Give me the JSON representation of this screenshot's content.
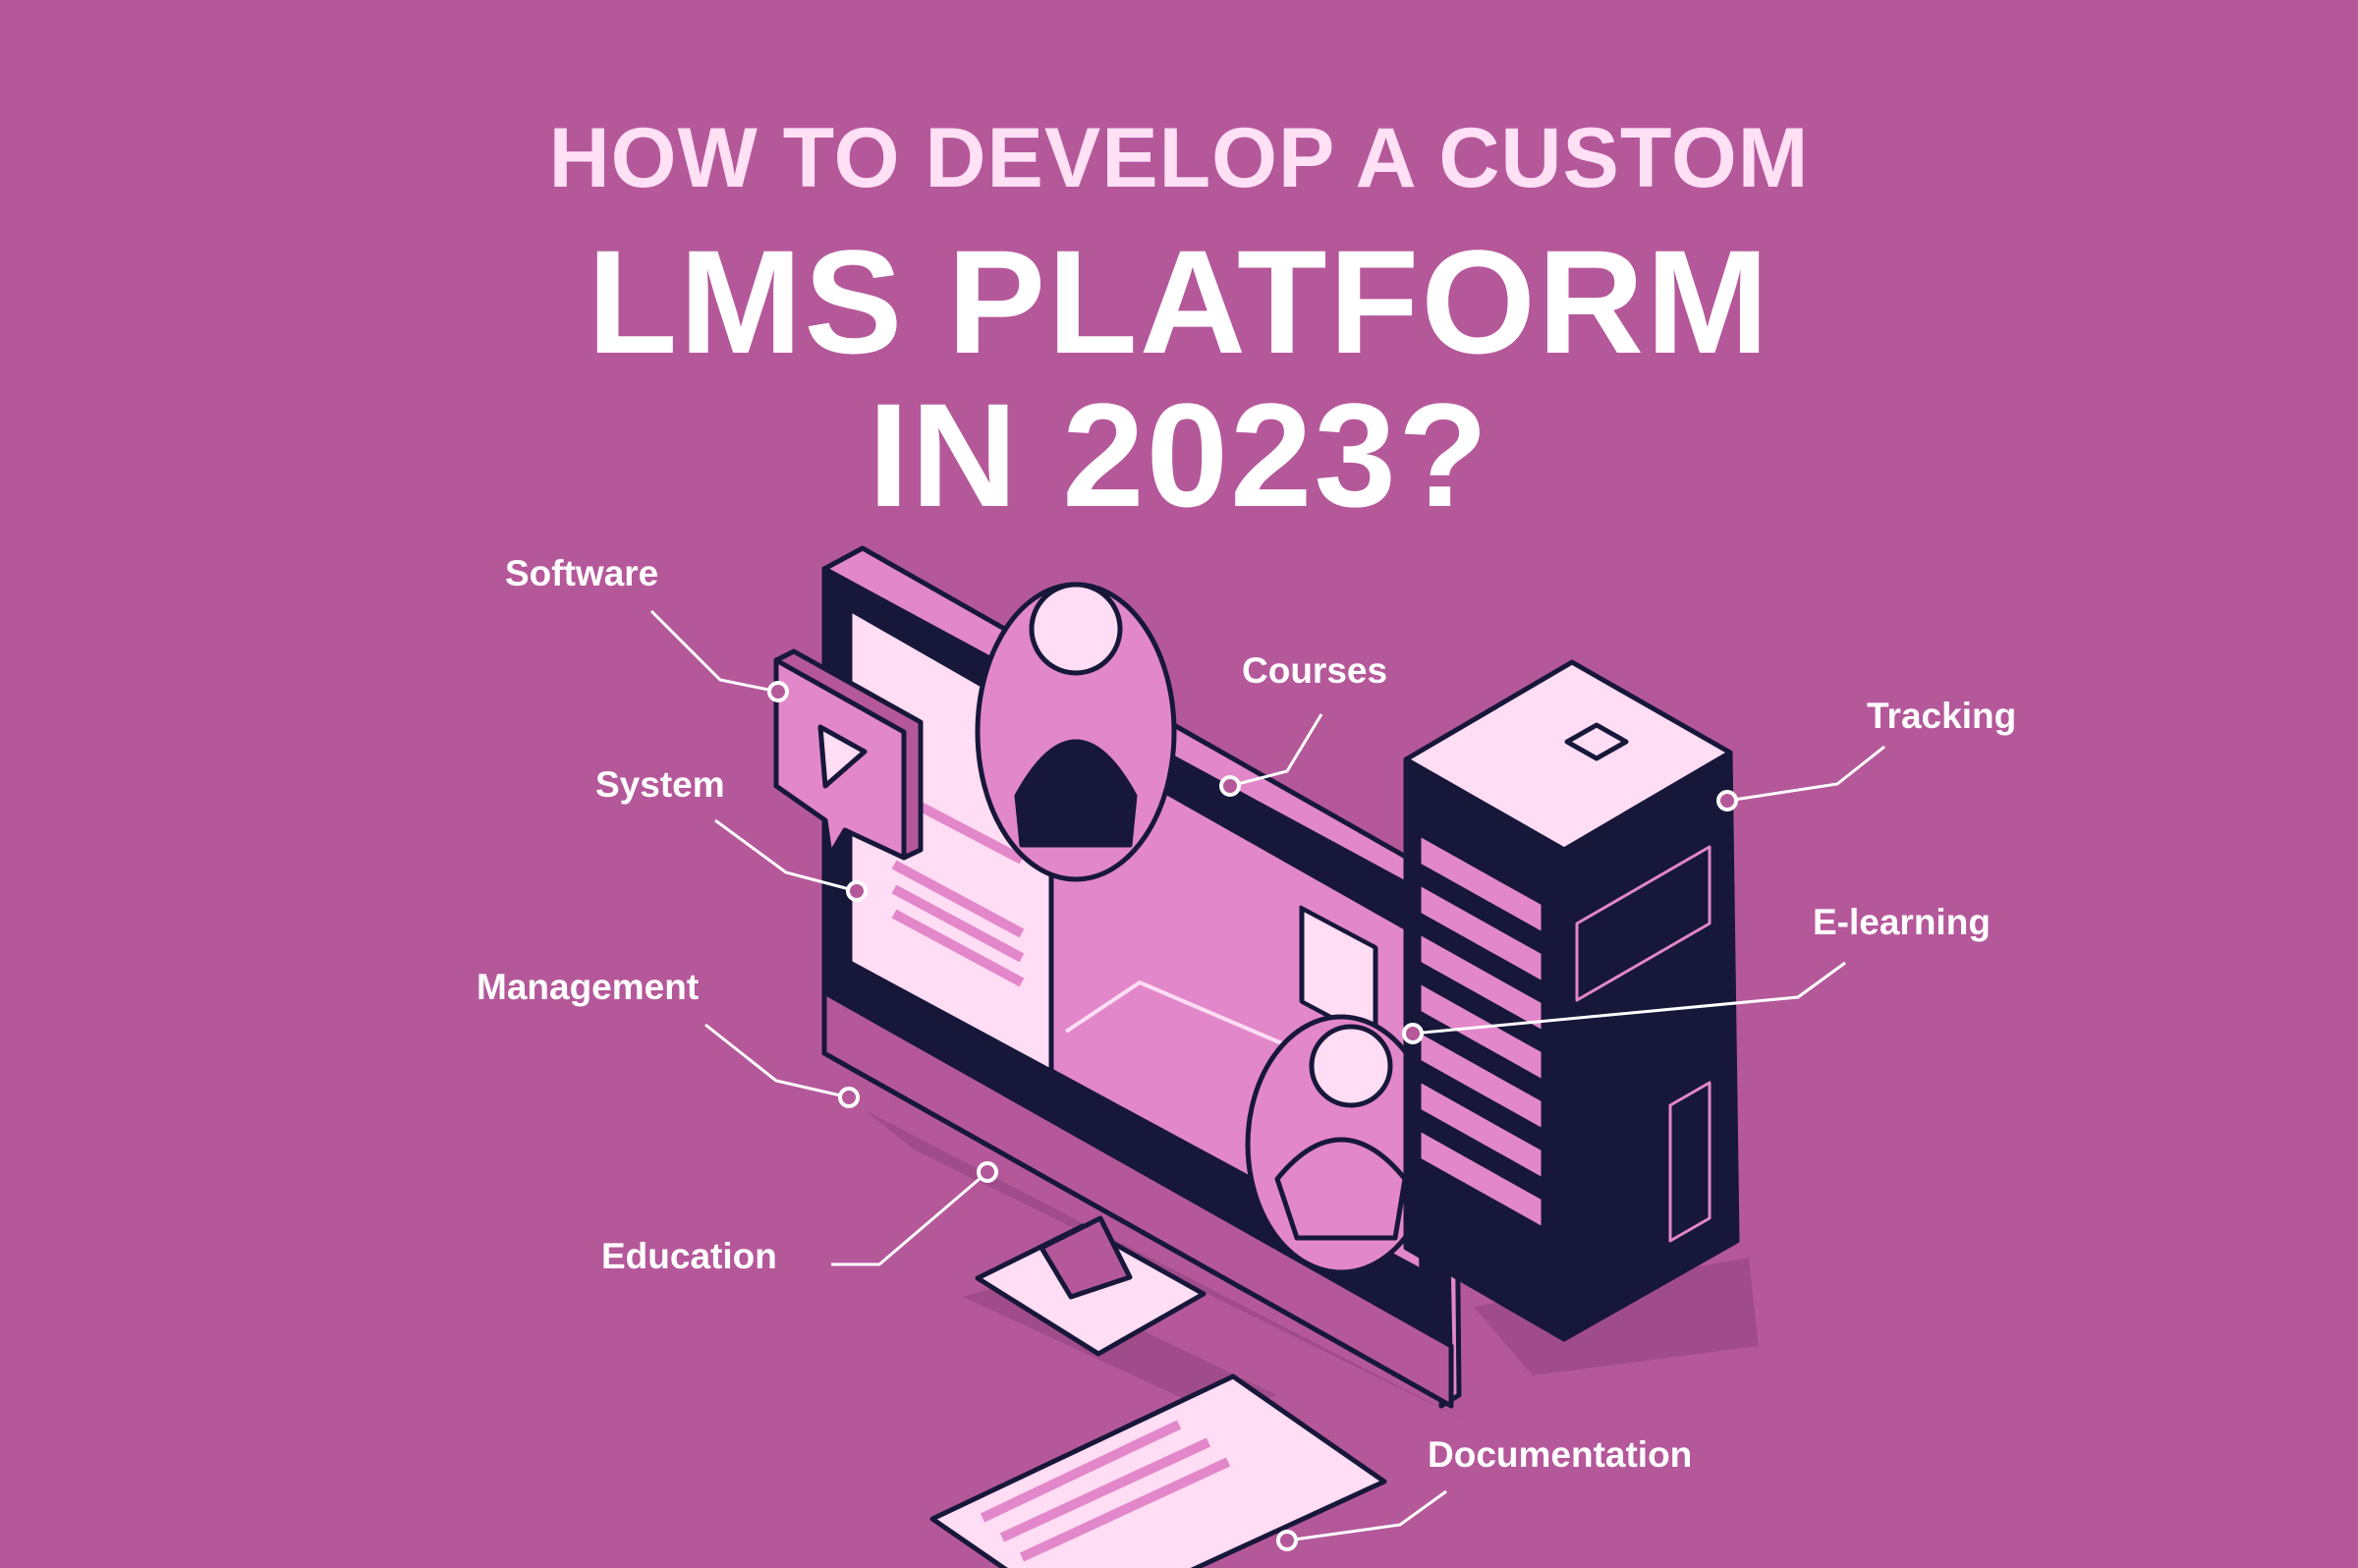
{
  "header": {
    "subtitle": "HOW TO DEVELOP A CUSTOM",
    "title_line1": "LMS PLATFORM",
    "title_line2": "IN 2023?"
  },
  "labels": {
    "software": "Software",
    "courses": "Courses",
    "tracking": "Tracking",
    "system": "System",
    "elearning": "E-learning",
    "management": "Management",
    "education": "Education",
    "documentation": "Documentation"
  },
  "colors": {
    "background": "#b5589a",
    "subtitle": "#ffe0f5",
    "title": "#ffffff",
    "outline": "#17173a",
    "light_pink": "#ffddf4",
    "mid_pink": "#e287c9"
  }
}
